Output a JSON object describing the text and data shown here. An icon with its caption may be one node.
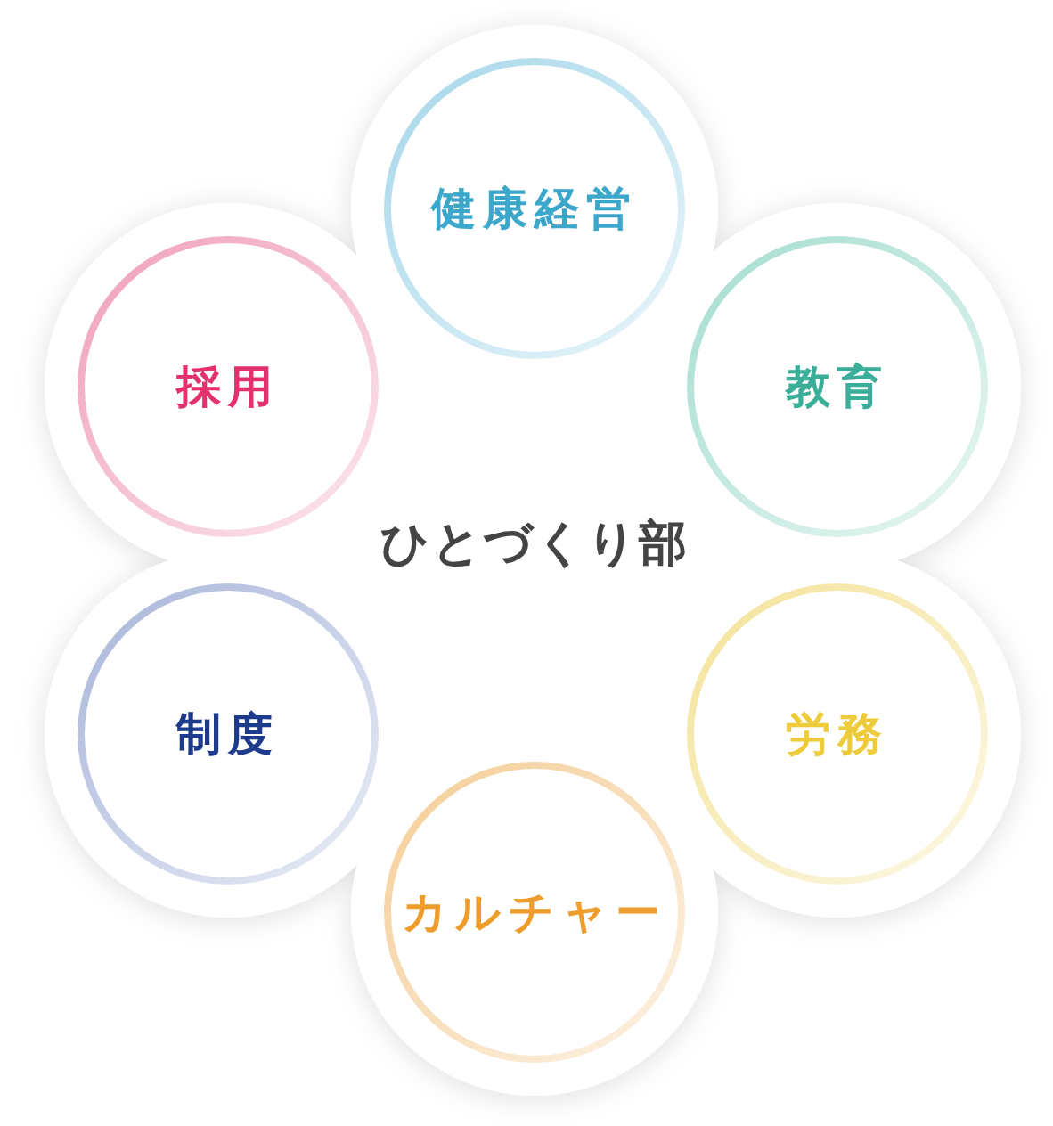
{
  "diagram": {
    "nodes": [
      {
        "text": [
          "ひとづくり部"
        ]
      },
      {
        "text": [
          "健康経営"
        ],
        "in": 0
      },
      {
        "text": [
          "教育"
        ],
        "in": 0
      },
      {
        "text": [
          "労務"
        ],
        "in": 0
      },
      {
        "text": [
          "カルチャー"
        ],
        "in": 0
      },
      {
        "text": [
          "制度"
        ],
        "in": 0
      },
      {
        "text": [
          "採用"
        ],
        "in": 0
      }
    ]
  }
}
